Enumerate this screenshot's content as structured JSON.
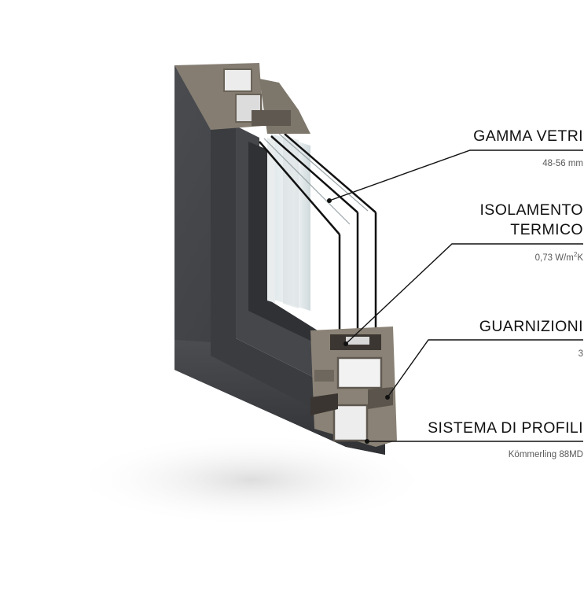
{
  "callouts": [
    {
      "title": "GAMMA VETRI",
      "value": "48-56 mm"
    },
    {
      "title_line1": "ISOLAMENTO",
      "title_line2": "TERMICO",
      "value": "0,73  W/m",
      "value_sup": "2",
      "value_tail": "K"
    },
    {
      "title": "GUARNIZIONI",
      "value": "3"
    },
    {
      "title": "SISTEMA DI PROFILI",
      "value": "Kömmerling 88MD"
    }
  ],
  "colors": {
    "frame": "#3d3f42",
    "profile_core": "#8a8276",
    "glass": "#e7eef0",
    "leader": "#111111"
  }
}
